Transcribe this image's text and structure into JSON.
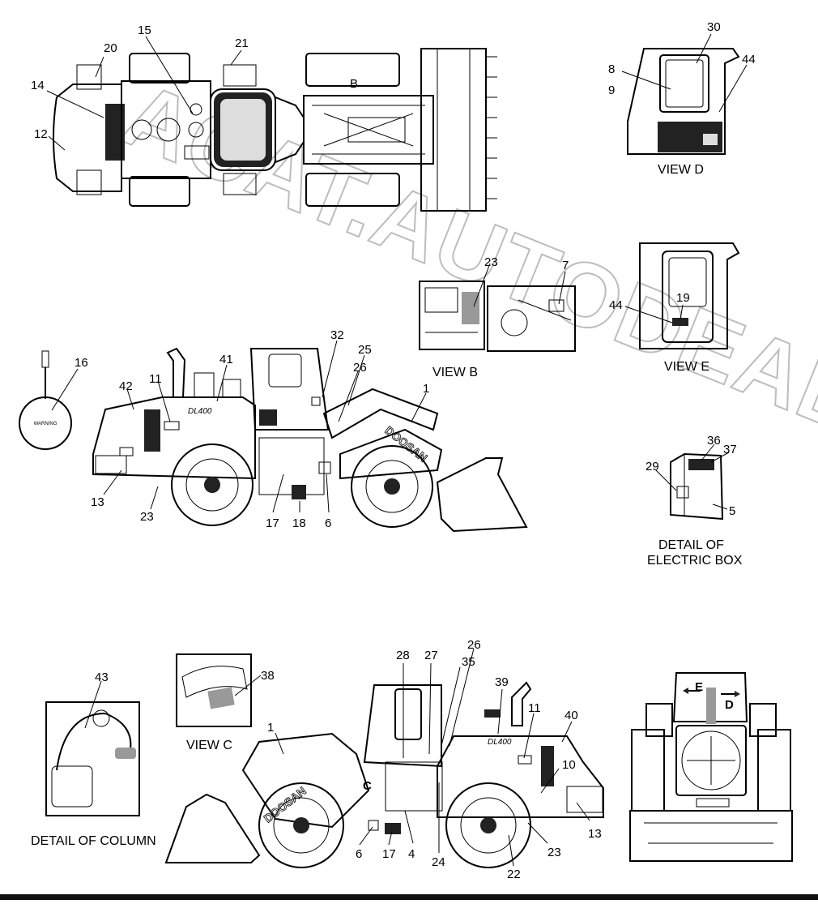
{
  "watermark": "ACAT.AUTODEALER.RU",
  "captions": {
    "view_b": "VIEW  B",
    "view_c": "VIEW  C",
    "view_d": "VIEW  D",
    "view_e": "VIEW  E",
    "electric_box_1": "DETAIL OF",
    "electric_box_2": "ELECTRIC BOX",
    "column": "DETAIL OF COLUMN"
  },
  "markers": {
    "b": "B",
    "c": "C",
    "d": "D",
    "e": "E"
  },
  "decals": {
    "warning": "WARNING",
    "brand": "DOOSAN",
    "model": "DL400"
  },
  "callouts": {
    "top_view": [
      "20",
      "15",
      "21",
      "14",
      "12"
    ],
    "view_d": [
      "30",
      "8",
      "9",
      "44"
    ],
    "view_b": [
      "23",
      "7"
    ],
    "view_e": [
      "44",
      "19"
    ],
    "side_left": [
      "32",
      "25",
      "26",
      "41",
      "16",
      "11",
      "42",
      "1",
      "13",
      "23",
      "17",
      "18",
      "6"
    ],
    "electric_box": [
      "36",
      "37",
      "29",
      "5"
    ],
    "side_right": [
      "26",
      "28",
      "27",
      "35",
      "39",
      "38",
      "11",
      "40",
      "1",
      "10",
      "43",
      "6",
      "17",
      "4",
      "24",
      "22",
      "23",
      "13"
    ]
  }
}
